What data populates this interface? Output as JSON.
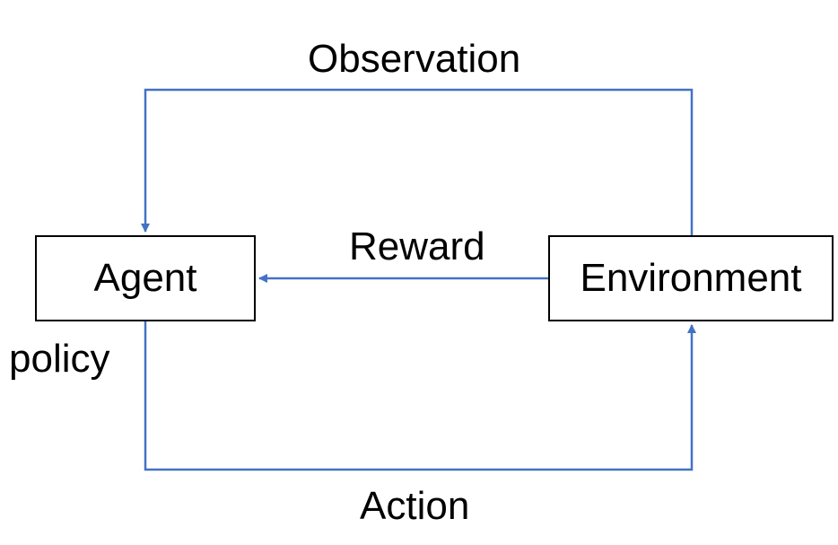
{
  "diagram": {
    "nodes": {
      "agent": "Agent",
      "environment": "Environment"
    },
    "edges": {
      "observation": "Observation",
      "reward": "Reward",
      "action": "Action"
    },
    "annotations": {
      "policy": "policy"
    },
    "colors": {
      "arrow": "#4472C4",
      "box_border": "#000000",
      "text": "#000000"
    }
  }
}
